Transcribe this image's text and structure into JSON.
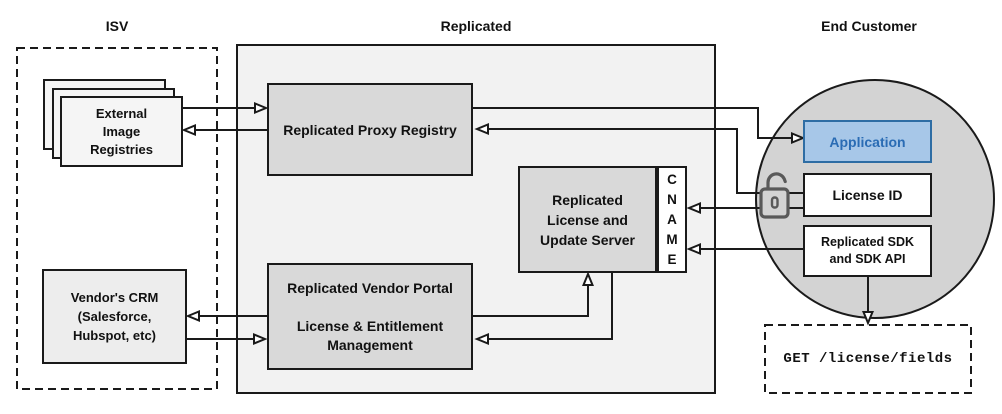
{
  "sections": {
    "isv": {
      "title": "ISV"
    },
    "replicated": {
      "title": "Replicated"
    },
    "end_customer": {
      "title": "End Customer"
    }
  },
  "nodes": {
    "external_registries": {
      "label": "External\nImage\nRegistries"
    },
    "vendor_crm": {
      "label": "Vendor's CRM\n(Salesforce,\nHubspot, etc)"
    },
    "proxy_registry": {
      "label": "Replicated Proxy Registry"
    },
    "vendor_portal": {
      "label": "Replicated Vendor Portal\n\nLicense & Entitlement\nManagement"
    },
    "license_update_server": {
      "label": "Replicated\nLicense and\nUpdate Server"
    },
    "cname": {
      "label": "C\nN\nA\nM\nE"
    },
    "application": {
      "label": "Application"
    },
    "license_id": {
      "label": "License ID"
    },
    "replicated_sdk": {
      "label": "Replicated SDK\nand SDK API"
    },
    "get_endpoint": {
      "label": "GET /license/fields"
    }
  },
  "icons": {
    "unlock": "unlock-icon"
  },
  "colors": {
    "line": "#1a1a1a",
    "container_fill": "#f2f2f2",
    "gray_box_fill": "#d9d9d9",
    "circle_fill": "#d3d3d3",
    "light_box_fill": "#f5f5f5",
    "app_fill": "#a7c7e8",
    "app_border": "#2e6da4",
    "app_text": "#2a6cb4",
    "padlock": "#595959"
  },
  "connections": [
    {
      "from": "external_registries",
      "to": "proxy_registry"
    },
    {
      "from": "proxy_registry",
      "to": "external_registries"
    },
    {
      "from": "proxy_registry",
      "to": "application"
    },
    {
      "from": "license_id",
      "to": "proxy_registry"
    },
    {
      "from": "license_id",
      "to": "cname"
    },
    {
      "from": "replicated_sdk",
      "to": "cname"
    },
    {
      "from": "vendor_portal",
      "to": "vendor_crm"
    },
    {
      "from": "vendor_crm",
      "to": "vendor_portal"
    },
    {
      "from": "vendor_portal",
      "to": "license_update_server"
    },
    {
      "from": "license_update_server",
      "to": "vendor_portal"
    },
    {
      "from": "replicated_sdk",
      "to": "get_endpoint"
    }
  ]
}
